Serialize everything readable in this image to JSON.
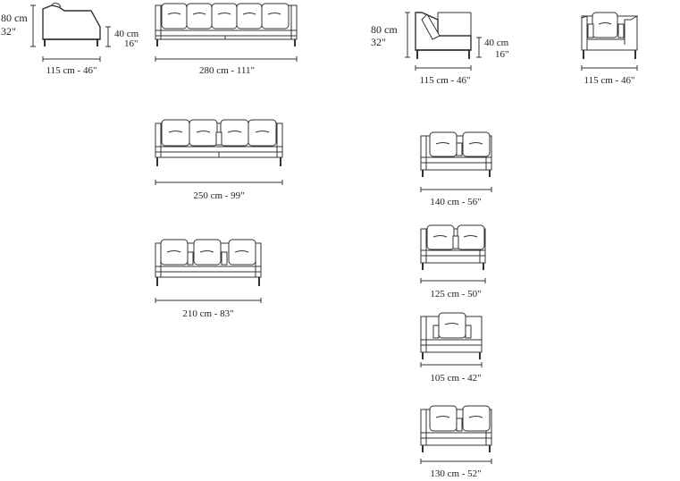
{
  "dimensions": {
    "side_view_height_cm": "80  cm",
    "side_view_height_in": "32\"",
    "seat_height_cm": "40 cm",
    "seat_height_in": "16\"",
    "side_view_depth": "115 cm - 46\"",
    "sofa_280": "280 cm - 111\"",
    "corner_height_cm": "80  cm",
    "corner_height_in": "32\"",
    "corner_seat_cm": "40 cm",
    "corner_seat_in": "16\"",
    "corner_depth": "115 cm - 46\"",
    "armchair_depth": "115 cm - 46\"",
    "sofa_250": "250 cm - 99\"",
    "sofa_210": "210 cm - 83\"",
    "module_140": "140 cm - 56\"",
    "module_125": "125 cm - 50\"",
    "module_105": "105 cm - 42\"",
    "module_130": "130 cm - 52\""
  }
}
